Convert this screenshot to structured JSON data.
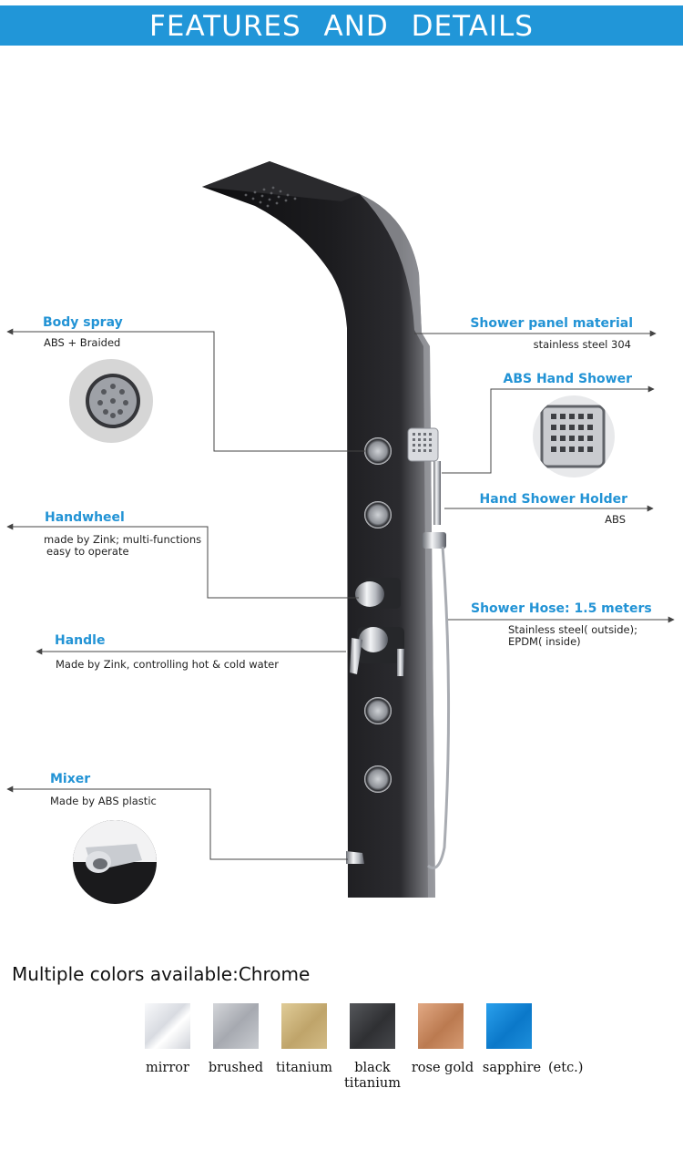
{
  "banner": {
    "title": "FEATURES  AND  DETAILS"
  },
  "features": {
    "body_spray": {
      "title": "Body spray",
      "desc": "ABS + Braided"
    },
    "handwheel": {
      "title": "Handwheel",
      "desc_line1": "made by Zink;  multi-functions",
      "desc_line2": "easy to operate"
    },
    "handle": {
      "title": "Handle",
      "desc": "Made by Zink, controlling hot & cold water"
    },
    "mixer": {
      "title": "Mixer",
      "desc": "Made by ABS plastic"
    },
    "panel_material": {
      "title": "Shower panel material",
      "desc": "stainless steel 304"
    },
    "hand_shower": {
      "title": "ABS Hand Shower"
    },
    "holder": {
      "title": "Hand Shower Holder",
      "desc": "ABS"
    },
    "hose": {
      "title": "Shower Hose: 1.5 meters",
      "desc_line1": "Stainless steel( outside);",
      "desc_line2": "EPDM( inside)"
    }
  },
  "colors": {
    "heading": "Multiple colors available:Chrome",
    "options": [
      {
        "label": "mirror",
        "color": "#e6e8ec"
      },
      {
        "label": "brushed",
        "color": "#b9bcc3"
      },
      {
        "label": "titanium",
        "color": "#c8b07a"
      },
      {
        "label": "black",
        "label2": "titanium",
        "color": "#3a3b3e"
      },
      {
        "label": "rose gold",
        "color": "#c98a5e"
      },
      {
        "label": "sapphire",
        "color": "#0b7fd1"
      }
    ],
    "etc": "(etc.)"
  },
  "accent_color": "#2196d8"
}
